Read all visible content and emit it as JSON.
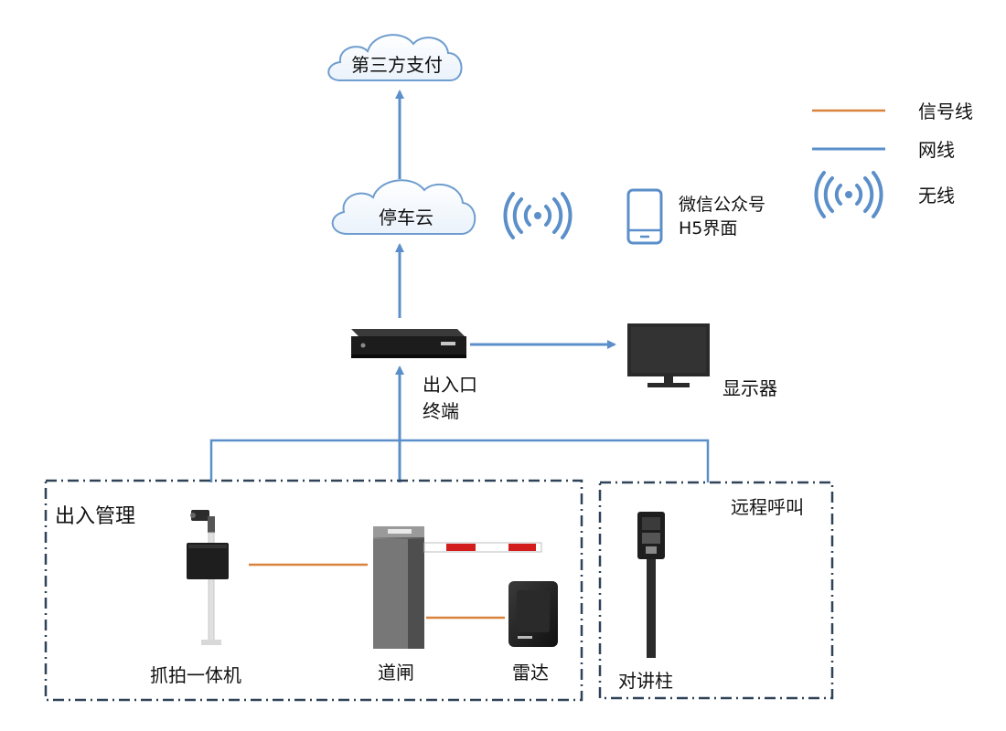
{
  "nodes": {
    "third_party_pay": "第三方支付",
    "parking_cloud": "停车云",
    "wechat_h5_line1": "微信公众号",
    "wechat_h5_line2": "H5界面",
    "terminal_line1": "出入口",
    "terminal_line2": "终端",
    "display": "显示器",
    "camera": "抓拍一体机",
    "barrier": "道闸",
    "radar": "雷达",
    "intercom": "对讲柱"
  },
  "groups": {
    "entry_management": "出入管理",
    "remote_call": "远程呼叫"
  },
  "legend": {
    "signal_line": "信号线",
    "network_line": "网线",
    "wireless": "无线"
  },
  "colors": {
    "network": "#5b8fc9",
    "signal": "#d9823b",
    "wireless": "#5b8fc9",
    "device": "#2b2b2b",
    "border": "#2f4258"
  }
}
